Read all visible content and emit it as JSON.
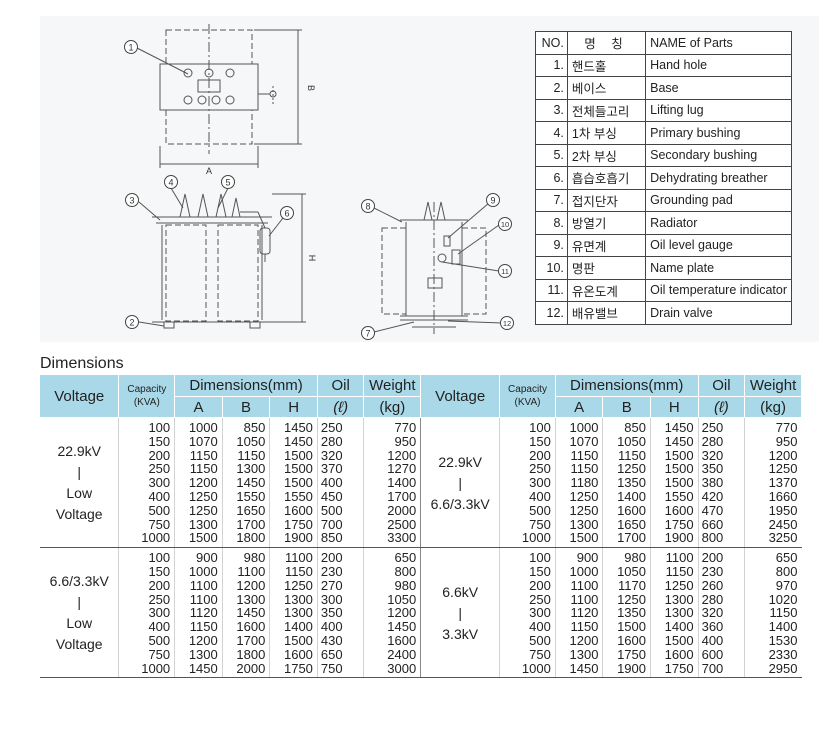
{
  "figure": {
    "callouts": [
      "1",
      "2",
      "3",
      "4",
      "5",
      "6",
      "7",
      "8",
      "9",
      "10",
      "11",
      "12"
    ],
    "dim_labels": {
      "a": "A",
      "b": "B",
      "h": "H"
    }
  },
  "parts_table": {
    "headers": {
      "no": "NO.",
      "kr": "명 칭",
      "en": "NAME of Parts"
    },
    "rows": [
      {
        "no": "1.",
        "kr": "핸드홀",
        "en": "Hand hole"
      },
      {
        "no": "2.",
        "kr": "베이스",
        "en": "Base"
      },
      {
        "no": "3.",
        "kr": "전체들고리",
        "en": "Lifting lug"
      },
      {
        "no": "4.",
        "kr": "1차 부싱",
        "en": "Primary bushing"
      },
      {
        "no": "5.",
        "kr": "2차 부싱",
        "en": "Secondary bushing"
      },
      {
        "no": "6.",
        "kr": "흡습호흡기",
        "en": "Dehydrating breather"
      },
      {
        "no": "7.",
        "kr": "접지단자",
        "en": "Grounding pad"
      },
      {
        "no": "8.",
        "kr": "방열기",
        "en": "Radiator"
      },
      {
        "no": "9.",
        "kr": "유면계",
        "en": "Oil level gauge"
      },
      {
        "no": "10.",
        "kr": "명판",
        "en": "Name plate"
      },
      {
        "no": "11.",
        "kr": "유온도계",
        "en": "Oil temperature indicator"
      },
      {
        "no": "12.",
        "kr": "배유밸브",
        "en": "Drain valve"
      }
    ]
  },
  "dimensions": {
    "title": "Dimensions",
    "headers": {
      "voltage": "Voltage",
      "capacity_1": "Capacity",
      "capacity_2": "(KVA)",
      "dims": "Dimensions(mm)",
      "a": "A",
      "b": "B",
      "h": "H",
      "oil": "Oil",
      "oil_unit": "(ℓ)",
      "weight": "Weight",
      "weight_unit": "(kg)"
    },
    "groups": [
      {
        "left": {
          "voltage": [
            "22.9kV",
            "|",
            "Low",
            "Voltage"
          ],
          "capacity": [
            "100",
            "150",
            "200",
            "250",
            "300",
            "400",
            "500",
            "750",
            "1000"
          ],
          "a": [
            "1000",
            "1070",
            "1150",
            "1150",
            "1200",
            "1250",
            "1250",
            "1300",
            "1500"
          ],
          "b": [
            "850",
            "1050",
            "1150",
            "1300",
            "1450",
            "1550",
            "1650",
            "1700",
            "1800"
          ],
          "h": [
            "1450",
            "1450",
            "1500",
            "1500",
            "1500",
            "1550",
            "1600",
            "1750",
            "1900"
          ],
          "oil": [
            "250",
            "280",
            "320",
            "370",
            "400",
            "450",
            "500",
            "700",
            "850"
          ],
          "weight": [
            "770",
            "950",
            "1200",
            "1270",
            "1400",
            "1700",
            "2000",
            "2500",
            "3300"
          ]
        },
        "right": {
          "voltage": [
            "22.9kV",
            "|",
            "6.6/3.3kV"
          ],
          "capacity": [
            "100",
            "150",
            "200",
            "250",
            "300",
            "400",
            "500",
            "750",
            "1000"
          ],
          "a": [
            "1000",
            "1070",
            "1150",
            "1150",
            "1180",
            "1250",
            "1250",
            "1300",
            "1500"
          ],
          "b": [
            "850",
            "1050",
            "1150",
            "1250",
            "1350",
            "1400",
            "1600",
            "1650",
            "1700"
          ],
          "h": [
            "1450",
            "1450",
            "1500",
            "1500",
            "1500",
            "1550",
            "1600",
            "1750",
            "1900"
          ],
          "oil": [
            "250",
            "280",
            "320",
            "350",
            "380",
            "420",
            "470",
            "660",
            "800"
          ],
          "weight": [
            "770",
            "950",
            "1200",
            "1250",
            "1370",
            "1660",
            "1950",
            "2450",
            "3250"
          ]
        }
      },
      {
        "left": {
          "voltage": [
            "6.6/3.3kV",
            "|",
            "Low",
            "Voltage"
          ],
          "capacity": [
            "100",
            "150",
            "200",
            "250",
            "300",
            "400",
            "500",
            "750",
            "1000"
          ],
          "a": [
            "900",
            "1000",
            "1100",
            "1100",
            "1120",
            "1150",
            "1200",
            "1300",
            "1450"
          ],
          "b": [
            "980",
            "1100",
            "1200",
            "1300",
            "1450",
            "1600",
            "1700",
            "1800",
            "2000"
          ],
          "h": [
            "1100",
            "1150",
            "1250",
            "1300",
            "1300",
            "1400",
            "1500",
            "1600",
            "1750"
          ],
          "oil": [
            "200",
            "230",
            "270",
            "300",
            "350",
            "400",
            "430",
            "650",
            "750"
          ],
          "weight": [
            "650",
            "800",
            "980",
            "1050",
            "1200",
            "1450",
            "1600",
            "2400",
            "3000"
          ]
        },
        "right": {
          "voltage": [
            "6.6kV",
            "|",
            "3.3kV"
          ],
          "capacity": [
            "100",
            "150",
            "200",
            "250",
            "300",
            "400",
            "500",
            "750",
            "1000"
          ],
          "a": [
            "900",
            "1000",
            "1100",
            "1100",
            "1120",
            "1150",
            "1200",
            "1300",
            "1450"
          ],
          "b": [
            "980",
            "1050",
            "1170",
            "1250",
            "1350",
            "1500",
            "1600",
            "1750",
            "1900"
          ],
          "h": [
            "1100",
            "1150",
            "1250",
            "1300",
            "1300",
            "1400",
            "1500",
            "1600",
            "1750"
          ],
          "oil": [
            "200",
            "230",
            "260",
            "280",
            "320",
            "360",
            "400",
            "600",
            "700"
          ],
          "weight": [
            "650",
            "800",
            "970",
            "1020",
            "1150",
            "1400",
            "1530",
            "2330",
            "2950"
          ]
        }
      }
    ]
  }
}
